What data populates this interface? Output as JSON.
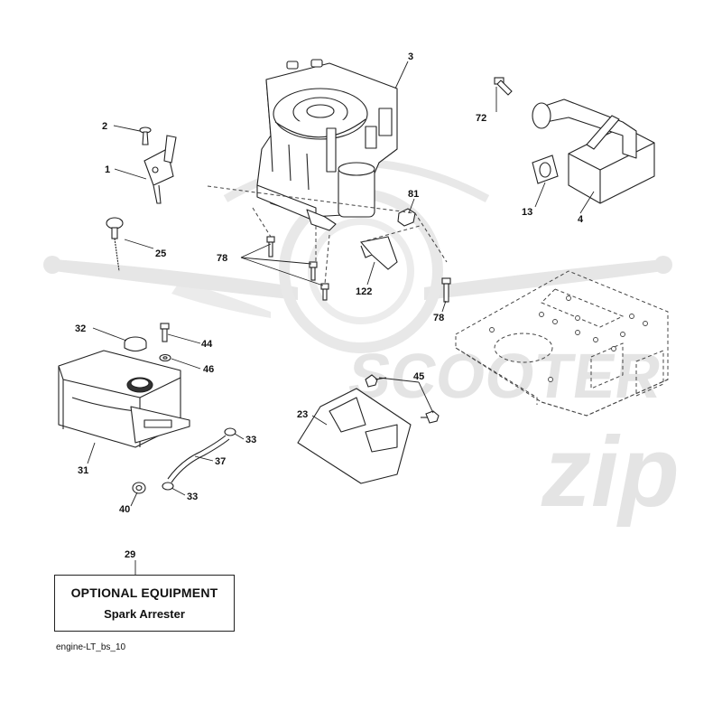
{
  "watermark": {
    "word1": "SCOOTER",
    "word2": "zip"
  },
  "callouts": [
    {
      "id": "c3",
      "text": "3"
    },
    {
      "id": "c2",
      "text": "2"
    },
    {
      "id": "c1",
      "text": "1"
    },
    {
      "id": "c25",
      "text": "25"
    },
    {
      "id": "c72",
      "text": "72"
    },
    {
      "id": "c13",
      "text": "13"
    },
    {
      "id": "c4",
      "text": "4"
    },
    {
      "id": "c81",
      "text": "81"
    },
    {
      "id": "c78a",
      "text": "78"
    },
    {
      "id": "c122",
      "text": "122"
    },
    {
      "id": "c78b",
      "text": "78"
    },
    {
      "id": "c32",
      "text": "32"
    },
    {
      "id": "c44",
      "text": "44"
    },
    {
      "id": "c46",
      "text": "46"
    },
    {
      "id": "c45",
      "text": "45"
    },
    {
      "id": "c23",
      "text": "23"
    },
    {
      "id": "c33a",
      "text": "33"
    },
    {
      "id": "c37",
      "text": "37"
    },
    {
      "id": "c31",
      "text": "31"
    },
    {
      "id": "c40",
      "text": "40"
    },
    {
      "id": "c33b",
      "text": "33"
    },
    {
      "id": "c29",
      "text": "29"
    }
  ],
  "optional_equipment": {
    "title": "OPTIONAL EQUIPMENT",
    "subtitle": "Spark Arrester"
  },
  "figure_id": "engine-LT_bs_10"
}
